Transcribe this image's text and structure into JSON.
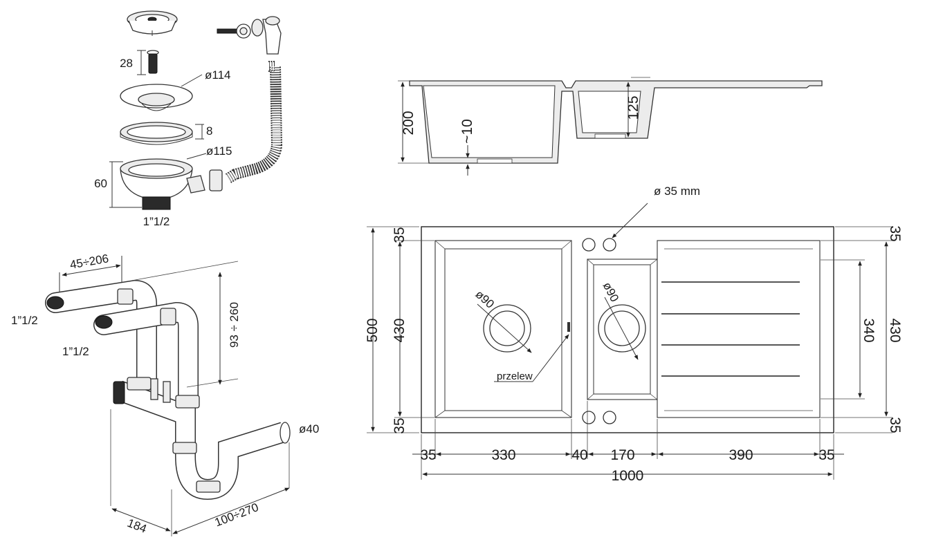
{
  "drain_assembly": {
    "dim_28": "28",
    "dim_d114": "ø114",
    "dim_8": "8",
    "dim_d115": "ø115",
    "dim_60": "60",
    "thread": "1”1/2"
  },
  "siphon": {
    "spacing": "45÷206",
    "thread_a": "1”1/2",
    "thread_b": "1”1/2",
    "height": "93 ÷ 260",
    "outlet_d": "ø40",
    "depth": "184",
    "offset": "100÷270"
  },
  "profile": {
    "depth": "200",
    "wall": "~10",
    "small_depth": "125"
  },
  "plan": {
    "tap_hole": "ø 35 mm",
    "d90_left": "ø90",
    "d90_right": "ø90",
    "overflow": "przelew",
    "height_total": "500",
    "height_inner_left": "430",
    "height_inner_right": "430",
    "drainer_height": "340",
    "top_margin_left": "35",
    "bottom_margin_left": "35",
    "top_margin_right": "35",
    "bottom_margin_right": "35",
    "w_margin_left": "35",
    "w_bowl_large": "330",
    "w_divider": "40",
    "w_bowl_small": "170",
    "w_drainer": "390",
    "w_margin_right": "35",
    "width_total": "1000"
  }
}
